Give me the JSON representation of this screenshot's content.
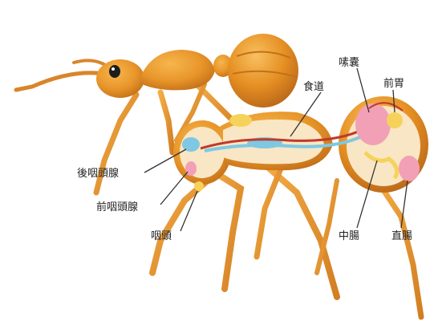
{
  "diagram": {
    "labels": {
      "crop": "嗉囊",
      "esophagus": "食道",
      "proventriculus": "前胃",
      "postpharyngeal_gland": "後咽頭腺",
      "prepharyngeal_gland": "前咽頭腺",
      "pharynx": "咽頭",
      "midgut": "中腸",
      "rectum": "直腸"
    },
    "colors": {
      "body": "#e8962a",
      "body_dark": "#c4701a",
      "cutaway": "#f9e6c4",
      "organ_blue": "#7ec8e3",
      "organ_pink": "#f2a0b6",
      "organ_yellow": "#f6d25a",
      "canal_red": "#c0392b"
    }
  }
}
